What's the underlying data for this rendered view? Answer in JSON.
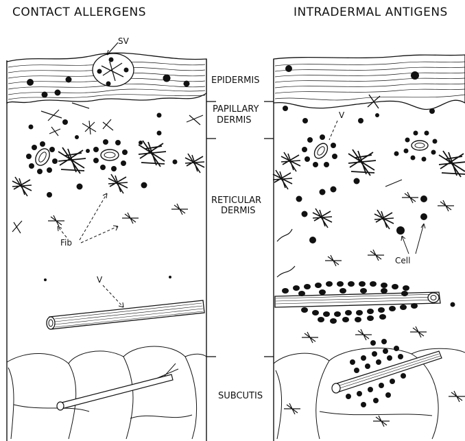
{
  "titles": {
    "left": "CONTACT ALLERGENS",
    "right": "INTRADERMAL ANTIGENS"
  },
  "layers": {
    "epidermis": "EPIDERMIS",
    "papillary_1": "PAPILLARY",
    "papillary_2": "DERMIS",
    "reticular_1": "RETICULAR",
    "reticular_2": "DERMIS",
    "subcutis": "SUBCUTIS"
  },
  "callouts": {
    "sv": "SV",
    "v_left": "V",
    "v_right": "V",
    "fib": "Fib",
    "cell": "Cell"
  },
  "colors": {
    "ink": "#111111",
    "paper": "#ffffff"
  }
}
